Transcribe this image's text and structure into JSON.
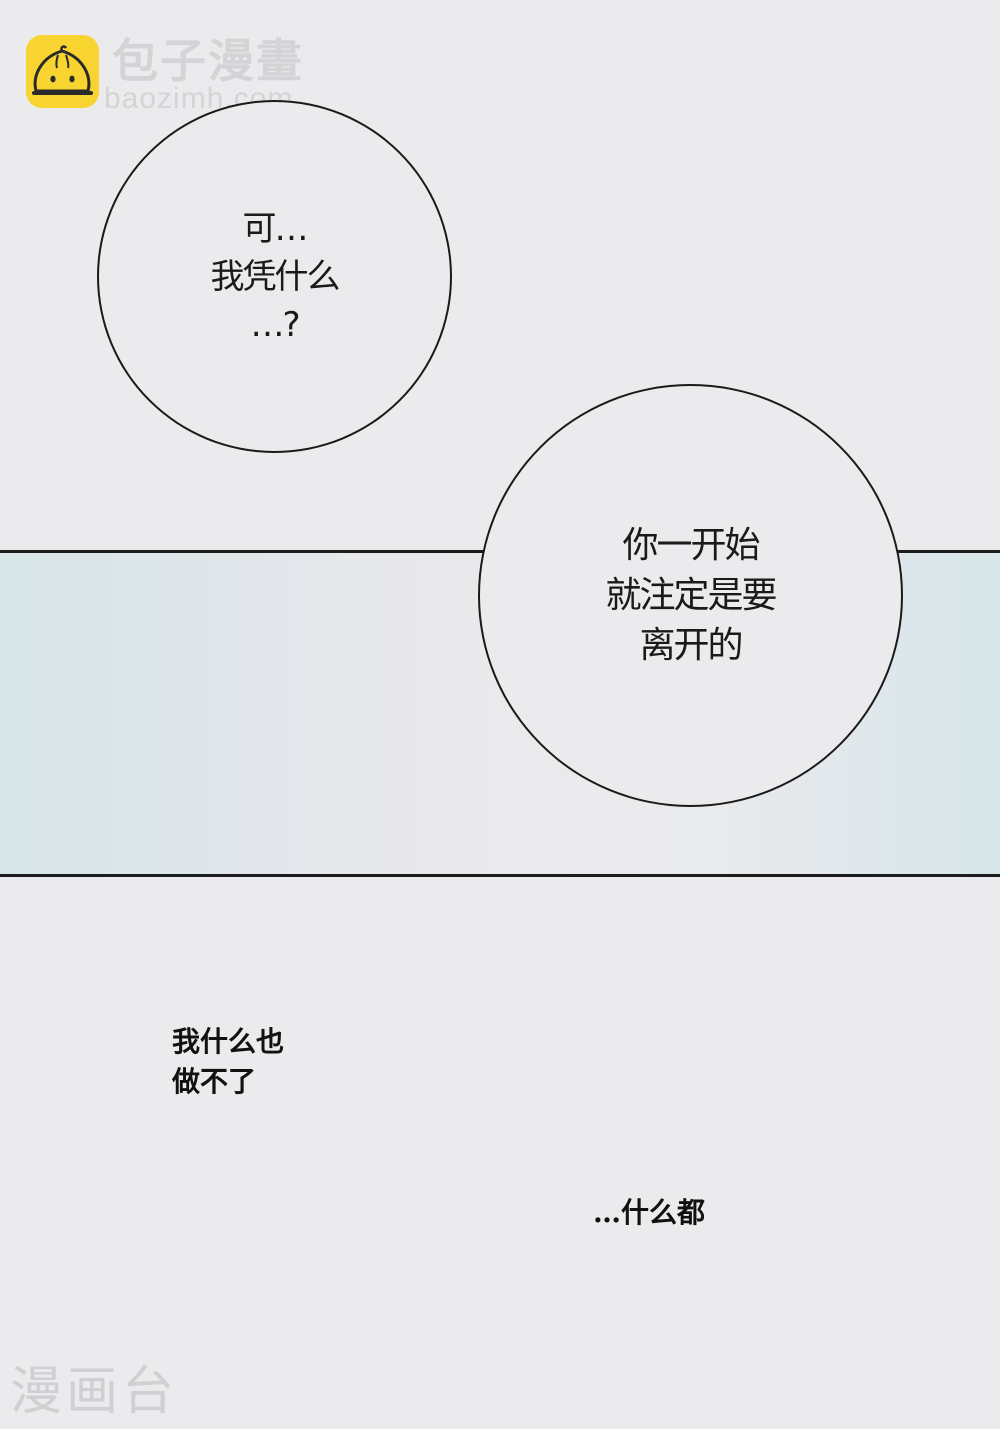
{
  "watermark_top": {
    "logo_icon": "steamed-bun-icon",
    "logo_color": "#f8d431",
    "brand_text": "包子漫畫",
    "domain_text": "baozimh.com"
  },
  "watermark_bottom": {
    "text": "漫画台"
  },
  "panel": {
    "band_color_edge": "#d7e5e9",
    "band_color_center": "#ebebed",
    "border_color": "#1c1c1c"
  },
  "bubbles": [
    {
      "lines": [
        "可…",
        "我凭什么",
        "…?"
      ]
    },
    {
      "lines": [
        "你一开始",
        "就注定是要",
        "离开的"
      ]
    }
  ],
  "narrations": [
    {
      "lines": [
        "我什么也",
        "做不了"
      ]
    },
    {
      "lines": [
        "…什么都"
      ]
    }
  ]
}
